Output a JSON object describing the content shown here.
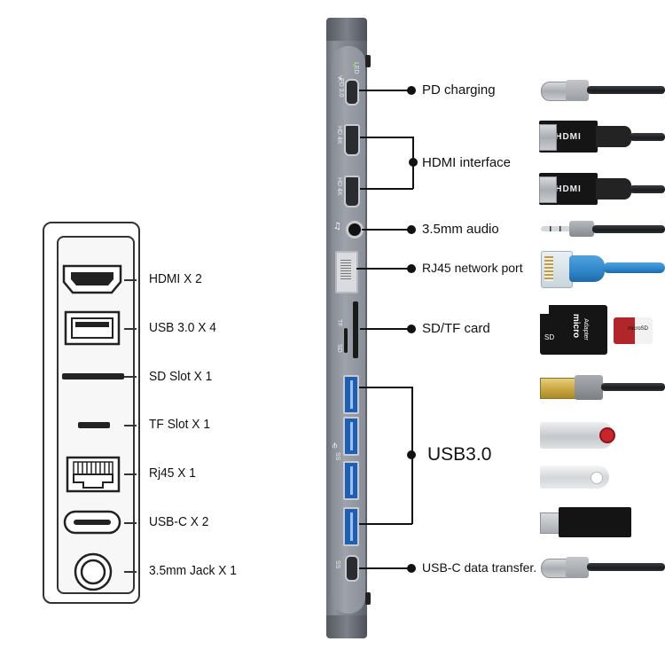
{
  "legend": {
    "items": [
      {
        "label": "HDMI X 2",
        "icon": "hdmi-port-icon"
      },
      {
        "label": "USB 3.0 X 4",
        "icon": "usb-a-port-icon"
      },
      {
        "label": "SD Slot X 1",
        "icon": "sd-slot-icon"
      },
      {
        "label": "TF Slot X 1",
        "icon": "tf-slot-icon"
      },
      {
        "label": "Rj45 X 1",
        "icon": "rj45-port-icon"
      },
      {
        "label": "USB-C X 2",
        "icon": "usb-c-port-icon"
      },
      {
        "label": "3.5mm Jack X 1",
        "icon": "audio-jack-icon"
      }
    ]
  },
  "hub": {
    "pd_label": "PD 3.0",
    "led_label": "LED",
    "hdmi1_label": "HD 4K",
    "hdmi2_label": "HD 4K",
    "tf_label": "TF",
    "sd_label": "SD",
    "ss_label": "SS",
    "ss_bottom_label": "SS"
  },
  "callouts": {
    "pd": "PD charging",
    "hdmi": "HDMI interface",
    "audio": "3.5mm audio",
    "rj45": "RJ45 network port",
    "sdtf": "SD/TF card",
    "usb3": "USB3.0",
    "usbc": "USB-C data transfer."
  },
  "cables": {
    "hdmi_head_text": "HDMI",
    "micro_sd_text": "micro",
    "adapter_text": "Adapter",
    "sd_text": "SD",
    "card_text": "microSD"
  },
  "colors": {
    "hub_gray": "#8c9099",
    "usb_blue": "#1f5fb3",
    "rj45_cable": "#2f86c9",
    "usb_gold": "#c9a640",
    "drive_red": "#c8262c"
  }
}
